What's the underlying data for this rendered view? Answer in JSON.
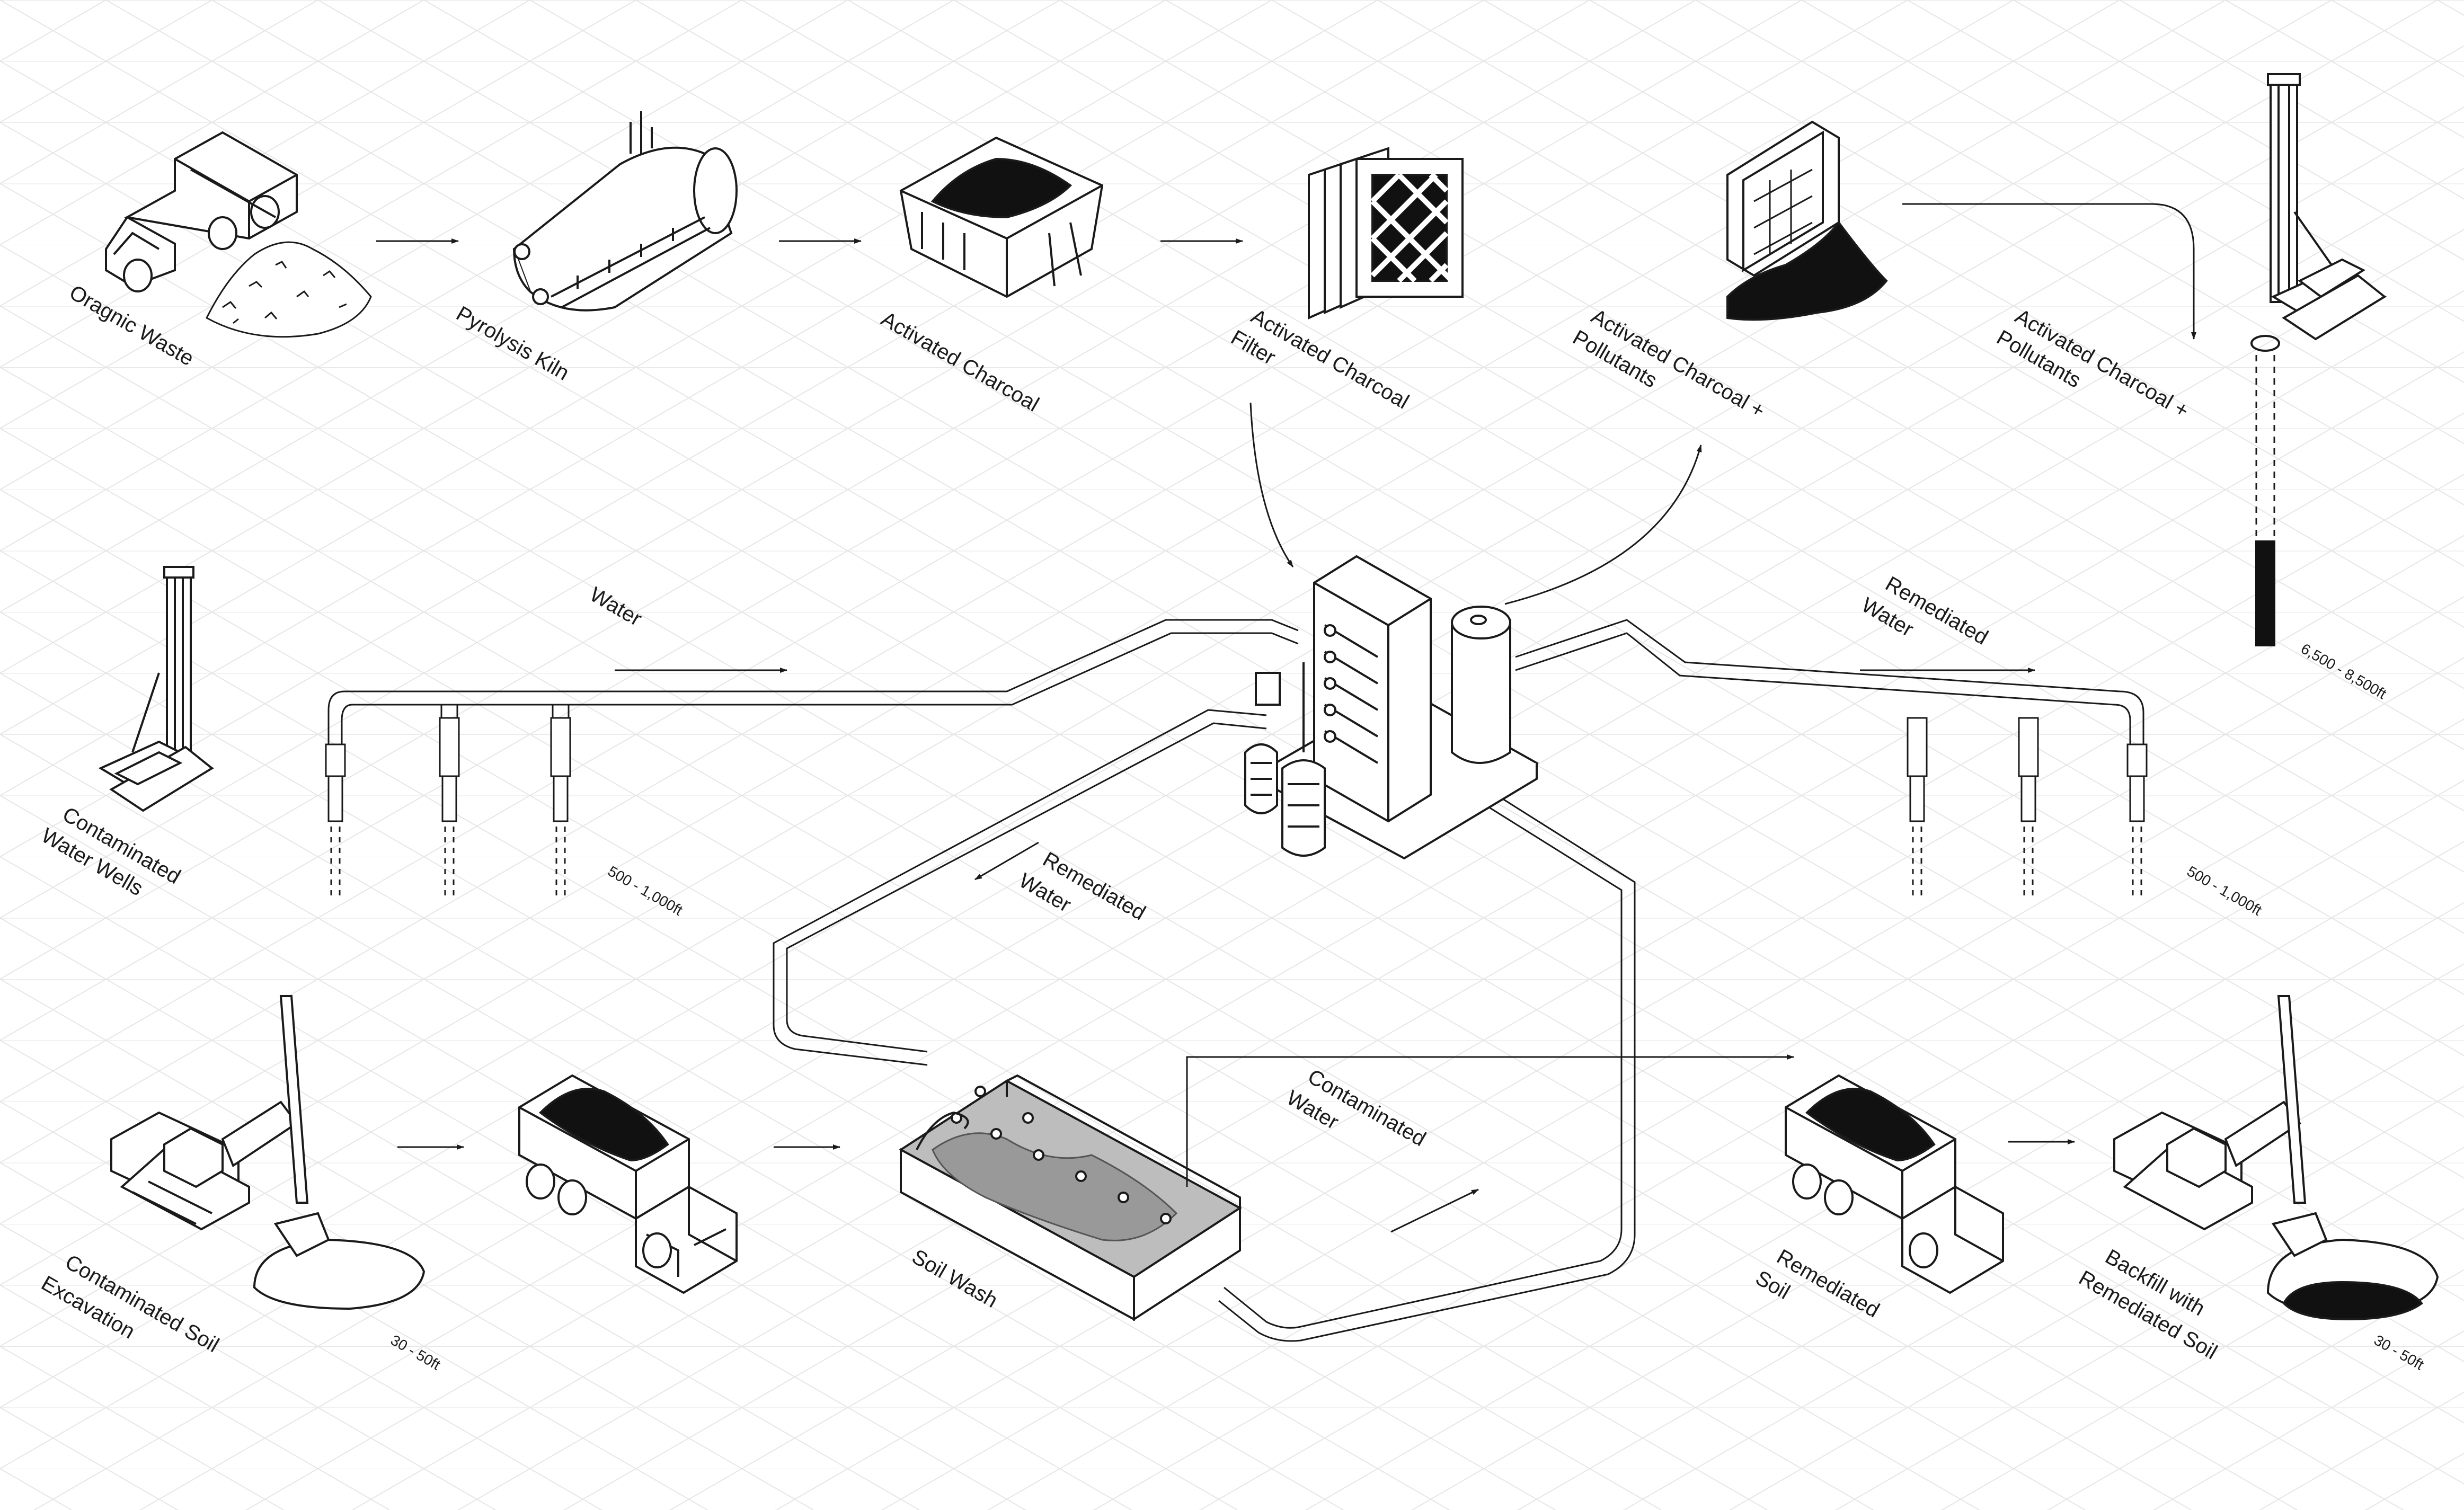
{
  "labels": {
    "organic_waste": "Oragnic Waste",
    "pyrolysis_kiln": "Pyrolysis Kiln",
    "activated_charcoal": "Activated Charcoal",
    "charcoal_filter_1": "Activated Charcoal",
    "charcoal_filter_2": "Filter",
    "charcoal_pollutants_a1": "Activated Charcoal +",
    "charcoal_pollutants_a2": "Pollutants",
    "charcoal_pollutants_b1": "Activated Charcoal +",
    "charcoal_pollutants_b2": "Pollutants",
    "water": "Water",
    "remediated_water_top_1": "Remediated",
    "remediated_water_top_2": "Water",
    "contaminated_wells_1": "Contaminated",
    "contaminated_wells_2": "Water Wells",
    "remediated_water_mid_1": "Remediated",
    "remediated_water_mid_2": "Water",
    "contaminated_water_1": "Contaminated",
    "contaminated_water_2": "Water",
    "soil_excavation_1": "Contaminated Soil",
    "soil_excavation_2": "Excavation",
    "soil_wash": "Soil Wash",
    "remediated_soil_1": "Remediated",
    "remediated_soil_2": "Soil",
    "backfill_1": "Backfill with",
    "backfill_2": "Remediated Soil"
  },
  "depths": {
    "deep_well": "6,500 - 8,500ft",
    "wells_left": "500 - 1,000ft",
    "wells_right": "500 - 1,000ft",
    "excavation_left": "30 - 50ft",
    "excavation_right": "30 - 50ft"
  },
  "colors": {
    "ink": "#1a1a1a",
    "grid": "#e4e4e4",
    "fill_gray": "#bdbdbd",
    "paper": "#ffffff"
  }
}
